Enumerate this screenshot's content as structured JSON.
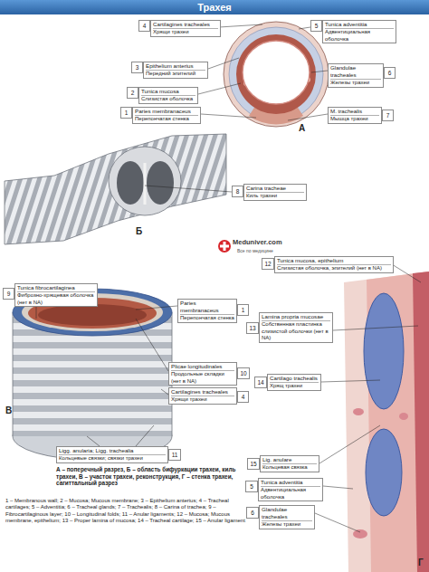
{
  "diagram": {
    "title": "Трахея",
    "caption": "А – поперечный разрез, Б – область бифуркации трахеи, киль трахеи, В – участок трахеи, реконструкция, Г – стенка трахеи, сагиттальный разрез",
    "nodes": [
      {
        "text": [
          "4"
        ]
      },
      {
        "text": [
          "Cartilagines tracheales",
          "Хрящи трахеи"
        ]
      },
      {
        "text": [
          "5"
        ]
      },
      {
        "text": [
          "Tunica adventitia",
          "Адвентициальная оболочка"
        ]
      },
      {
        "text": [
          "3"
        ]
      },
      {
        "text": [
          "Epithelium anterius",
          "Передний эпителий"
        ]
      },
      {
        "text": [
          "Glandulae tracheales",
          "Железы трахеи"
        ]
      },
      {
        "text": [
          "6"
        ]
      },
      {
        "text": [
          "2"
        ]
      },
      {
        "text": [
          "Tunica mucosa",
          "Слизистая оболочка"
        ]
      },
      {
        "text": [
          "1"
        ]
      },
      {
        "text": [
          "Paries membranaceus",
          "Перепончатая стенка"
        ]
      },
      {
        "text": [
          "M. trachealis",
          "Мышца трахеи"
        ]
      },
      {
        "text": [
          "7"
        ]
      },
      {
        "text": [
          "8"
        ]
      },
      {
        "text": [
          "Carina tracheae",
          "Киль трахеи"
        ]
      },
      {
        "text": [
          "12"
        ]
      },
      {
        "text": [
          "Tunica mucosa, epithelium",
          "Слизистая оболочка, эпителий (нет в NA)"
        ]
      },
      {
        "text": [
          "9"
        ]
      },
      {
        "text": [
          "Tunica fibrocartilaginea",
          "Фиброзно-хрящевая оболочка (нет в NA)"
        ]
      },
      {
        "text": [
          "Paries membranaceus",
          "Перепончатая стенка"
        ]
      },
      {
        "text": [
          "1"
        ]
      },
      {
        "text": [
          "13"
        ]
      },
      {
        "text": [
          "Lamina propria mucosae",
          "Собственная пластинка слизистой оболочки (нет в NA)"
        ]
      },
      {
        "text": [
          "Plicae longitudinales",
          "Продольные складки (нет в NA)"
        ]
      },
      {
        "text": [
          "10"
        ]
      },
      {
        "text": [
          "14"
        ]
      },
      {
        "text": [
          "Cartilago trachealis",
          "Хрящ трахеи"
        ]
      },
      {
        "text": [
          "Cartilagines tracheales",
          "Хрящи трахеи"
        ]
      },
      {
        "text": [
          "4"
        ]
      },
      {
        "text": [
          "Ligg. anularia; Ligg. trachealia",
          "Кольцевые связки; связки трахеи"
        ]
      },
      {
        "text": [
          "11"
        ]
      },
      {
        "text": [
          "15"
        ]
      },
      {
        "text": [
          "Lig. anulare",
          "Кольцевая связка"
        ]
      },
      {
        "text": [
          "5"
        ]
      },
      {
        "text": [
          "Tunica adventitia",
          "Адвентициальная оболочка"
        ]
      },
      {
        "text": [
          "6"
        ]
      },
      {
        "text": [
          "Glandulae tracheales",
          "Железы трахеи"
        ]
      }
    ],
    "labels": [
      "А",
      "Б",
      "Meduniver.com",
      "Все по медицине",
      "В",
      "Г",
      "1 – Membranous wall; 2 – Mucosa; Mucous membrane; 3 – Epithelium anterius; 4 – Tracheal cartilages; 5 – Adventitia; 6 – Tracheal glands; 7 – Trachealis; 8 – Carina of trachea; 9 – Fibrocartilaginous layer; 10 – Longitudinal folds; 11 – Anular ligaments; 12 – Mucosa; Mucous membrane, epithelium; 13 – Proper lamina of mucosa; 14 – Tracheal cartilage; 15 – Anular ligament"
    ]
  }
}
